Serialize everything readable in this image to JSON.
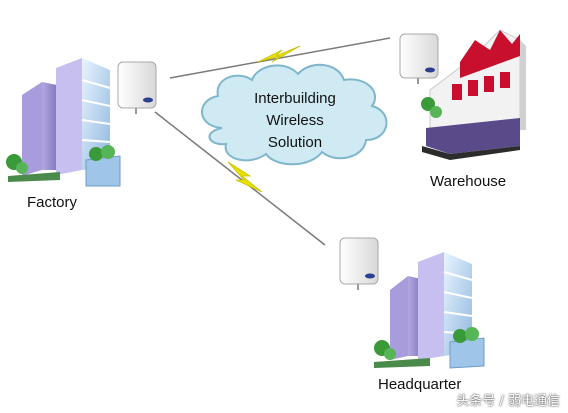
{
  "nodes": {
    "factory": {
      "label": "Factory"
    },
    "warehouse": {
      "label": "Warehouse"
    },
    "headquarter": {
      "label": "Headquarter"
    }
  },
  "cloud": {
    "line1": "Interbuilding",
    "line2": "Wireless",
    "line3": "Solution"
  },
  "watermark": "头条号 / 弱电通信",
  "colors": {
    "cloud_fill": "#cfeaf2",
    "cloud_stroke": "#7fb6cc",
    "link_line": "#7a7a7a",
    "lightning": "#e8e000",
    "building_purple": "#8e7fc9",
    "building_blue": "#9fc6e8",
    "building_roof_red": "#c8102e",
    "tree_green": "#3a9a3a",
    "access_point": "#f4f4f4"
  }
}
